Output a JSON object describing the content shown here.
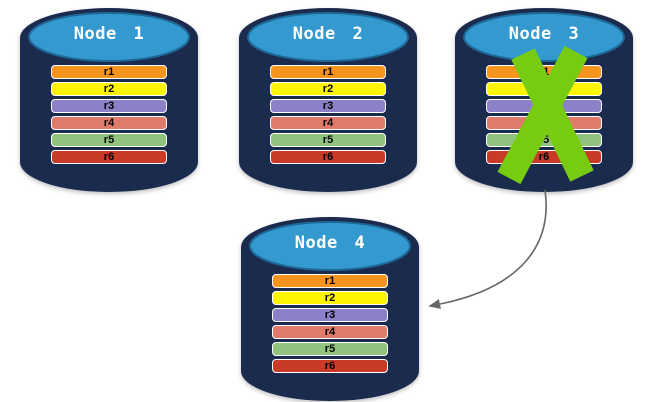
{
  "diagram": {
    "nodes": [
      {
        "title": "Node 1",
        "failed": false
      },
      {
        "title": "Node 2",
        "failed": false
      },
      {
        "title": "Node 3",
        "failed": true
      },
      {
        "title": "Node 4",
        "failed": false
      }
    ],
    "records": [
      {
        "label": "r1",
        "color": "#F7941E"
      },
      {
        "label": "r2",
        "color": "#FFF500"
      },
      {
        "label": "r3",
        "color": "#8C80C8"
      },
      {
        "label": "r4",
        "color": "#E07B6B"
      },
      {
        "label": "r5",
        "color": "#90C47E"
      },
      {
        "label": "r6",
        "color": "#C93B27"
      }
    ],
    "colors": {
      "cylinder_body": "#1B2B4E",
      "cylinder_top_fill": "#3399CE",
      "cylinder_top_stroke": "#1D6898",
      "failure_x": "#77CC11",
      "arrow": "#666666",
      "record_text": "#000000",
      "title_text": "#FFFFFF"
    },
    "annotations": {
      "failure_marker_node": "Node 3",
      "arrow": {
        "from": "Node 3",
        "to": "Node 4"
      }
    }
  }
}
